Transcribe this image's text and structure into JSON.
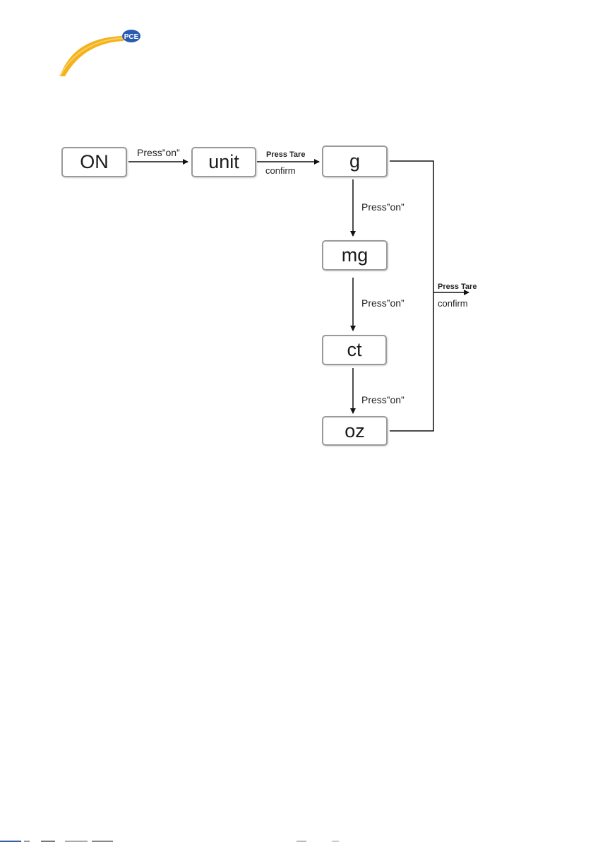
{
  "header": {
    "logo_text": "PCE",
    "brand_color": "#f5b21a",
    "badge_color": "#2a5bb0"
  },
  "diagram": {
    "nodes": {
      "on": "ON",
      "unit": "unit",
      "g": "g",
      "mg": "mg",
      "ct": "ct",
      "oz": "oz"
    },
    "edges": {
      "on_to_unit": "Press”on”",
      "unit_to_g_top": "Press Tare",
      "unit_to_g_bottom": "confirm",
      "g_to_mg": "Press”on”",
      "mg_to_ct": "Press”on”",
      "ct_to_oz": "Press”on”",
      "exit_top": "Press Tare",
      "exit_bottom": "confirm"
    }
  }
}
